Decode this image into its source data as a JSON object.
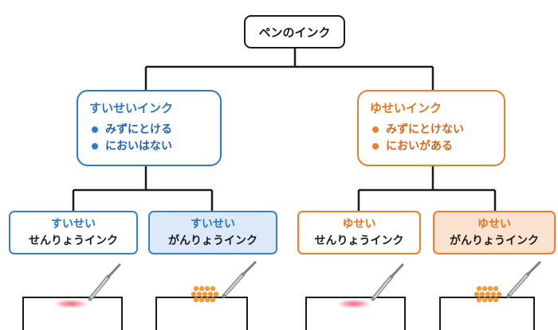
{
  "root": {
    "label": "ペンのインク"
  },
  "water_ink": {
    "title": "すいせいインク",
    "bullets": [
      "みずにとける",
      "においはない"
    ],
    "color": "#2a7ad4"
  },
  "oil_ink": {
    "title": "ゆせいインク",
    "bullets": [
      "みずにとけない",
      "においがある"
    ],
    "color": "#ef7d2a"
  },
  "leaves": [
    {
      "line1": "すいせい",
      "line2": "せんりょうインク",
      "illustration": "dye-ink-smudge"
    },
    {
      "line1": "すいせい",
      "line2": "がんりょうインク",
      "illustration": "pigment-ink-dots"
    },
    {
      "line1": "ゆせい",
      "line2": "せんりょうインク",
      "illustration": "dye-ink-smudge"
    },
    {
      "line1": "ゆせい",
      "line2": "がんりょうインク",
      "illustration": "pigment-ink-dots"
    }
  ]
}
